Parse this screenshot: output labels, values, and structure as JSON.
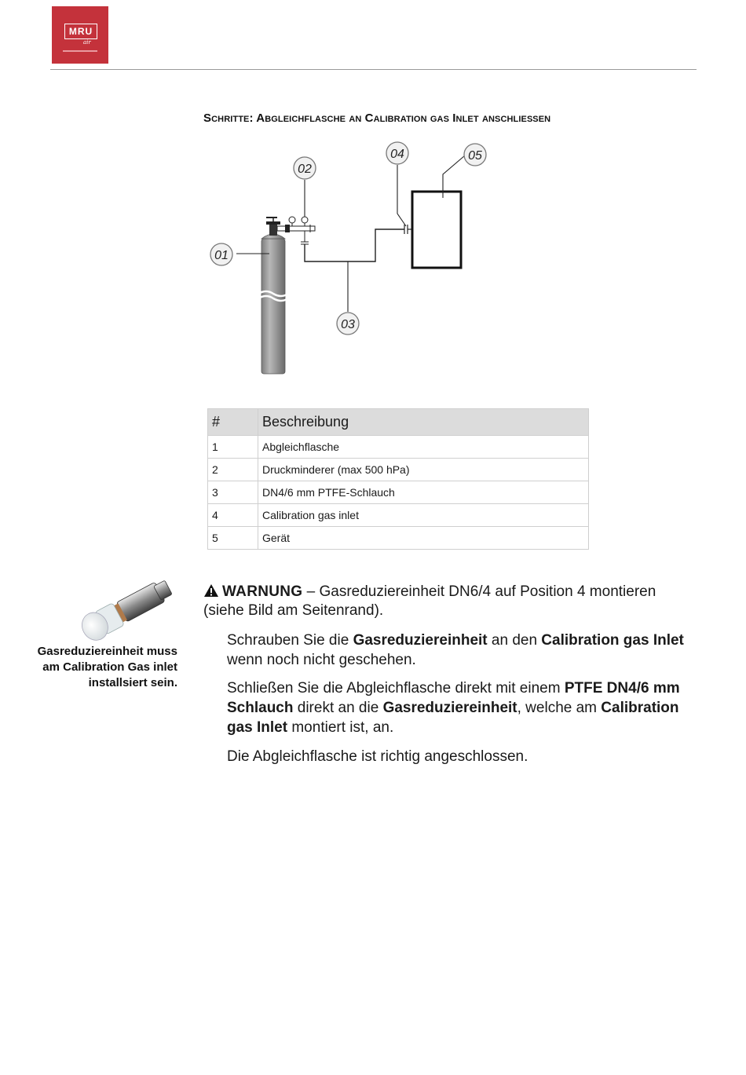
{
  "header": {
    "logo_text": "MRU",
    "logo_sub": "air"
  },
  "heading": "Schritte: Abgleichflasche an Calibration gas Inlet anschließen",
  "diagram": {
    "callouts": [
      "01",
      "02",
      "03",
      "04",
      "05"
    ]
  },
  "legend_table": {
    "headers": [
      "#",
      "Beschreibung"
    ],
    "rows": [
      [
        "1",
        "Abgleichflasche"
      ],
      [
        "2",
        "Druckminderer (max 500 hPa)"
      ],
      [
        "3",
        "DN4/6 mm PTFE-Schlauch"
      ],
      [
        "4",
        "Calibration gas inlet"
      ],
      [
        "5",
        "Gerät"
      ]
    ]
  },
  "side": {
    "photo_icon": "gas-reducer-photo",
    "caption_lines": [
      "Gasreduziereinheit muss",
      "am Calibration Gas inlet",
      "installsiert sein."
    ]
  },
  "warning": {
    "icon": "warning-triangle-icon",
    "label": "WARNUNG",
    "text_line1": " – Gasreduziereinheit DN6/4 auf Position 4 montieren",
    "text_line2": "(siehe Bild am Seitenrand)."
  },
  "steps": {
    "s1": {
      "a": "Schrauben Sie die ",
      "b": "Gasreduziereinheit",
      "c": " an den ",
      "d": "Calibration gas Inlet",
      "e": "wenn noch nicht geschehen."
    },
    "s2": {
      "a": "Schließen Sie die Abgleichflasche direkt mit einem ",
      "b": "PTFE DN4/6 mm",
      "c": "Schlauch",
      "d": " direkt an die ",
      "e": "Gasreduziereinheit",
      "f": ", welche am ",
      "g": "Calibration",
      "h": "gas Inlet",
      "i": " montiert ist, an."
    },
    "s3": "Die Abgleichflasche ist richtig angeschlossen."
  }
}
